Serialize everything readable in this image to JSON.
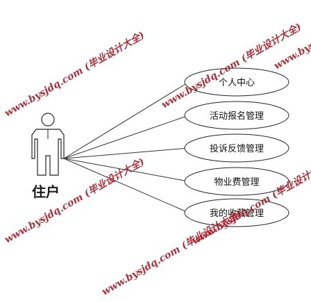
{
  "actor": {
    "label": "住户"
  },
  "use_cases": [
    {
      "id": "personal-center",
      "label": "个人中心"
    },
    {
      "id": "activity-signup",
      "label": "活动报名管理"
    },
    {
      "id": "complaint-feedback",
      "label": "投诉反馈管理"
    },
    {
      "id": "property-fee",
      "label": "物业费管理"
    },
    {
      "id": "my-favorites",
      "label": "我的收藏管理"
    }
  ],
  "watermark": {
    "text": "www.bysjdq.com (毕业设计大全)"
  },
  "colors": {
    "watermark": "#b0171f",
    "line": "#333333"
  }
}
